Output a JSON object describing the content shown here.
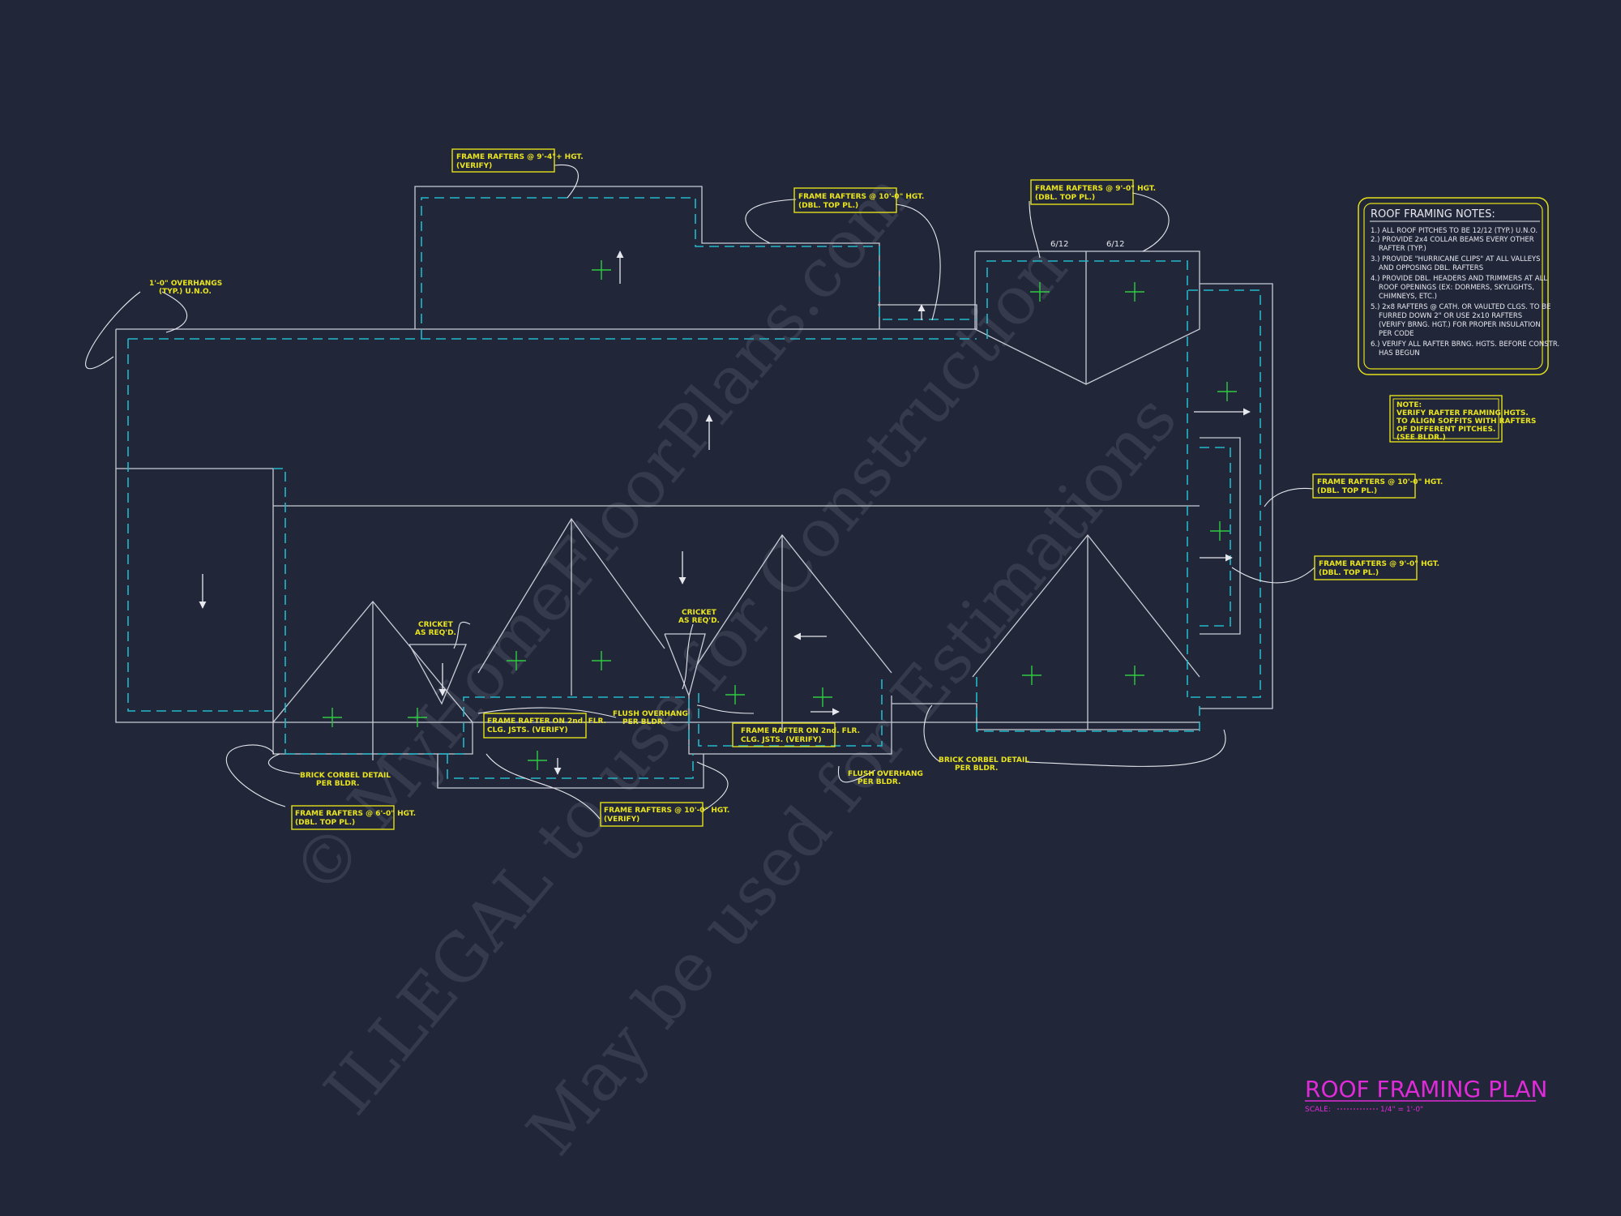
{
  "watermark": {
    "line1": "© MyHomeFloorPlans.com",
    "line2": "ILLEGAL to use for Construction",
    "line3": "May be used for Estimations"
  },
  "notes_block": {
    "title": "ROOF FRAMING NOTES:",
    "lines": [
      "1.) ALL ROOF PITCHES TO BE  12/12 (TYP.) U.N.O.",
      "2.) PROVIDE 2x4 COLLAR BEAMS EVERY OTHER",
      "RAFTER (TYP.)",
      "3.) PROVIDE \"HURRICANE CLIPS\" AT ALL VALLEYS",
      "AND OPPOSING DBL. RAFTERS",
      "4.) PROVIDE DBL. HEADERS AND TRIMMERS AT ALL",
      "ROOF OPENINGS (EX: DORMERS, SKYLIGHTS,",
      "CHIMNEYS, ETC.)",
      "5.) 2x8 RAFTERS @ CATH. OR VAULTED CLGS. TO BE",
      "FURRED DOWN 2\" OR USE 2x10 RAFTERS",
      "(VERIFY BRNG. HGT.) FOR PROPER INSULATION",
      "PER CODE",
      "6.) VERIFY ALL RAFTER BRNG. HGTS. BEFORE CONSTR.",
      "HAS BEGUN"
    ]
  },
  "note_box": {
    "lines": [
      "NOTE:",
      "VERIFY RAFTER FRAMING HGTS.",
      "TO ALIGN SOFFITS WITH RAFTERS",
      "OF DIFFERENT PITCHES.",
      "(SEE BLDR.)"
    ]
  },
  "callouts": {
    "top_left": [
      "FRAME RAFTERS @ 9'-4\"+ HGT.",
      "(VERIFY)"
    ],
    "top_center": [
      "FRAME RAFTERS @ 10'-0\" HGT.",
      "(DBL. TOP PL.)"
    ],
    "top_right": [
      "FRAME RAFTERS @ 9'-0\" HGT.",
      "(DBL. TOP PL.)"
    ],
    "right_upper": [
      "FRAME RAFTERS @ 10'-0\" HGT.",
      "(DBL. TOP PL.)"
    ],
    "right_lower": [
      "FRAME RAFTERS @ 9'-0\" HGT.",
      "(DBL. TOP PL.)"
    ],
    "bottom_left": [
      "FRAME RAFTERS @ 6'-0\" HGT.",
      "(DBL. TOP PL.)"
    ],
    "bottom_center": [
      "FRAME RAFTERS @ 10'-0\" HGT.",
      "(VERIFY)"
    ],
    "second_floor_left": [
      "FRAME RAFTER ON 2nd. FLR.",
      "CLG. JSTS. (VERIFY)"
    ],
    "second_floor_right": [
      "FRAME RAFTER ON 2nd. FLR.",
      "CLG. JSTS. (VERIFY)"
    ]
  },
  "labels": {
    "overhang": [
      "1'-0\" OVERHANGS",
      "(TYP.) U.N.O."
    ],
    "cricket_left": [
      "CRICKET",
      "AS REQ'D."
    ],
    "cricket_right": [
      "CRICKET",
      "AS REQ'D."
    ],
    "flush_left": [
      "FLUSH OVERHANG",
      "PER BLDR."
    ],
    "flush_right": [
      "FLUSH OVERHANG",
      "PER BLDR."
    ],
    "corbel_left": [
      "BRICK CORBEL DETAIL",
      "PER BLDR."
    ],
    "corbel_right": [
      "BRICK CORBEL DETAIL",
      "PER BLDR."
    ],
    "pitch_top_left": "6/12",
    "pitch_top_right": "6/12"
  },
  "title_block": {
    "title": "ROOF FRAMING PLAN",
    "scale_label": "SCALE:",
    "scale_value": "1/4\" = 1'-0\""
  }
}
